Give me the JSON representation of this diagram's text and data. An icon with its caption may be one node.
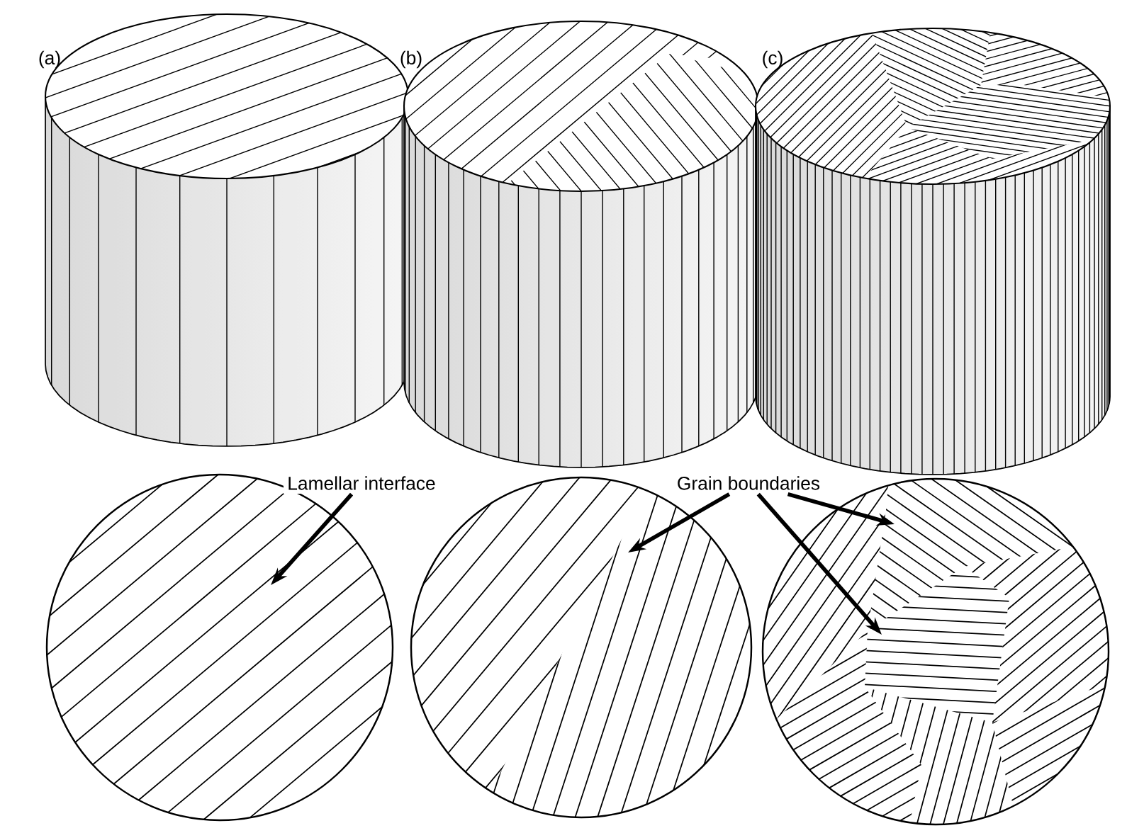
{
  "diagram": {
    "nodes": [
      {
        "text": [
          "Lamellar interface"
        ]
      },
      {
        "text": [
          "Grain boundaries"
        ]
      },
      {
        "text": [],
        "shape": "circle"
      },
      {
        "text": [],
        "shape": "circle"
      },
      {
        "text": [],
        "shape": "circle"
      }
    ],
    "edges": [
      {
        "from": 0,
        "to": 2,
        "arrow": "to"
      },
      {
        "from": 1,
        "to": 3,
        "arrow": "to"
      },
      {
        "from": 1,
        "to": 4,
        "arrow": "to"
      },
      {
        "from": 1,
        "to": 4,
        "arrow": "to"
      }
    ],
    "labels": [
      "(a)",
      "(b)",
      "(c)"
    ]
  }
}
